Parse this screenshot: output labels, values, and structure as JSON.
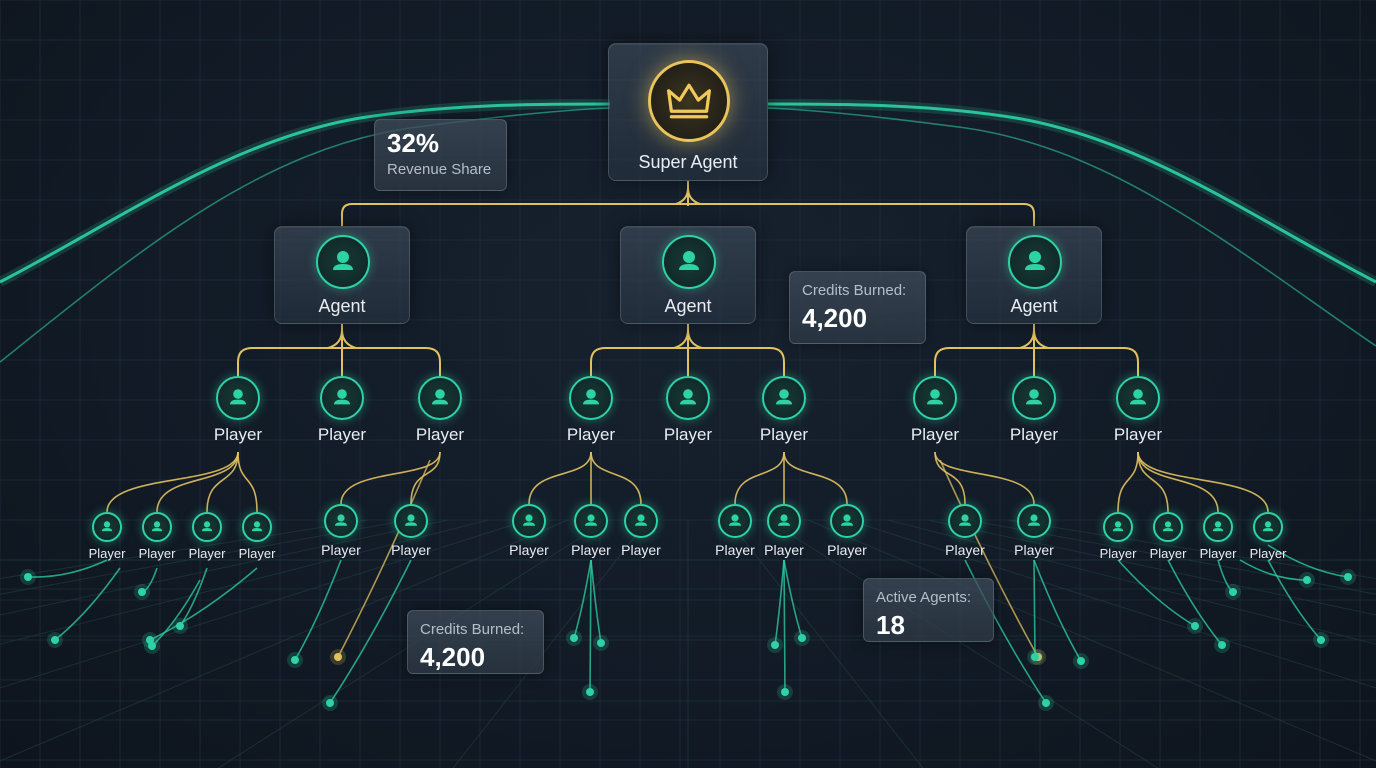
{
  "colors": {
    "teal": "#2ed3a5",
    "gold": "#e2c15f",
    "background": "#111a26"
  },
  "icons": {
    "root": "crown-icon",
    "agent": "user-icon",
    "player": "user-icon"
  },
  "root": {
    "label": "Super Agent"
  },
  "agents": [
    {
      "label": "Agent",
      "players": [
        {
          "label": "Player",
          "subs": [
            "Player",
            "Player",
            "Player",
            "Player"
          ]
        },
        {
          "label": "Player",
          "subs": []
        },
        {
          "label": "Player",
          "subs": [
            "Player",
            "Player"
          ]
        }
      ]
    },
    {
      "label": "Agent",
      "players": [
        {
          "label": "Player",
          "subs": [
            "Player",
            "Player",
            "Player"
          ]
        },
        {
          "label": "Player",
          "subs": []
        },
        {
          "label": "Player",
          "subs": [
            "Player",
            "Player",
            "Player"
          ]
        }
      ]
    },
    {
      "label": "Agent",
      "players": [
        {
          "label": "Player",
          "subs": [
            "Player",
            "Player"
          ]
        },
        {
          "label": "Player",
          "subs": []
        },
        {
          "label": "Player",
          "subs": [
            "Player",
            "Player",
            "Player",
            "Player"
          ]
        }
      ]
    }
  ],
  "stats": [
    {
      "value": "32%",
      "caption": "Revenue Share"
    },
    {
      "caption": "Credits Burned:",
      "value": "4,200"
    },
    {
      "caption": "Credits Burned:",
      "value": "4,200"
    },
    {
      "caption": "Active Agents:",
      "value": "18"
    }
  ]
}
